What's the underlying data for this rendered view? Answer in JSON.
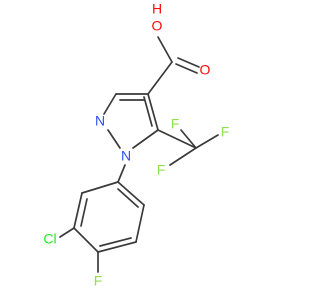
{
  "colors": {
    "bond": "#3a3a3a",
    "carbon": "#3a3a3a",
    "oxygen": "#ff0d0d",
    "nitrogen": "#3050f8",
    "fluorine": "#90e050",
    "chlorine": "#1ff01f",
    "background": "#ffffff"
  },
  "atoms": {
    "o_hydroxyl": "O",
    "h_hydroxyl": "H",
    "o_carbonyl": "O",
    "n2": "N",
    "n1": "N",
    "f_cf3_a": "F",
    "f_cf3_b": "F",
    "f_cf3_c": "F",
    "cl": "Cl",
    "f_aryl": "F"
  }
}
